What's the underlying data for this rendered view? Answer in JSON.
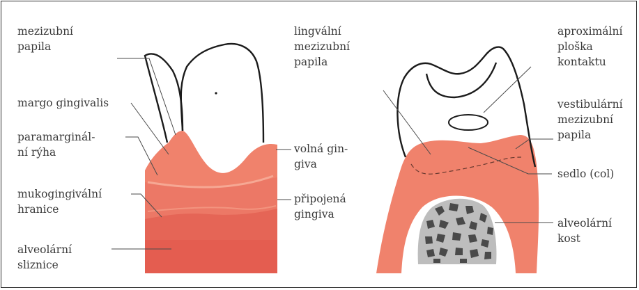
{
  "labels": {
    "mezizubni_papila": "mezizubní\npapila",
    "margo_gingivalis": "margo gingivalis",
    "paramarginalni_ryha": "paramarginál-\nní rýha",
    "mukogingivalni_hranice": "mukogingivální\nhranice",
    "alveolarni_sliznice": "alveolární\nsliznice",
    "lingvalni_mezizubni_papila": "lingvální\nmezizubní\npapila",
    "volna_gingiva": "volná gin-\ngiva",
    "pripojena_gingiva": "připojená\ngingiva",
    "aproximalni_ploska_kontaktu": "aproximální\nploška\nkontaktu",
    "vestibularni_mezizubni_papila": "vestibulární\nmezizubní\npapila",
    "sedlo_col": "sedlo (col)",
    "alveolarni_kost": "alveolární\nkost"
  },
  "colors": {
    "gingiva": "#f0826c",
    "attached_gingiva": "#ea7462",
    "mucosa": "#e56355",
    "bone_fill": "#b9b9b9",
    "bone_specks": "#4a4a4a",
    "outline": "#1b1b1b",
    "leader": "#4a4a4a"
  }
}
